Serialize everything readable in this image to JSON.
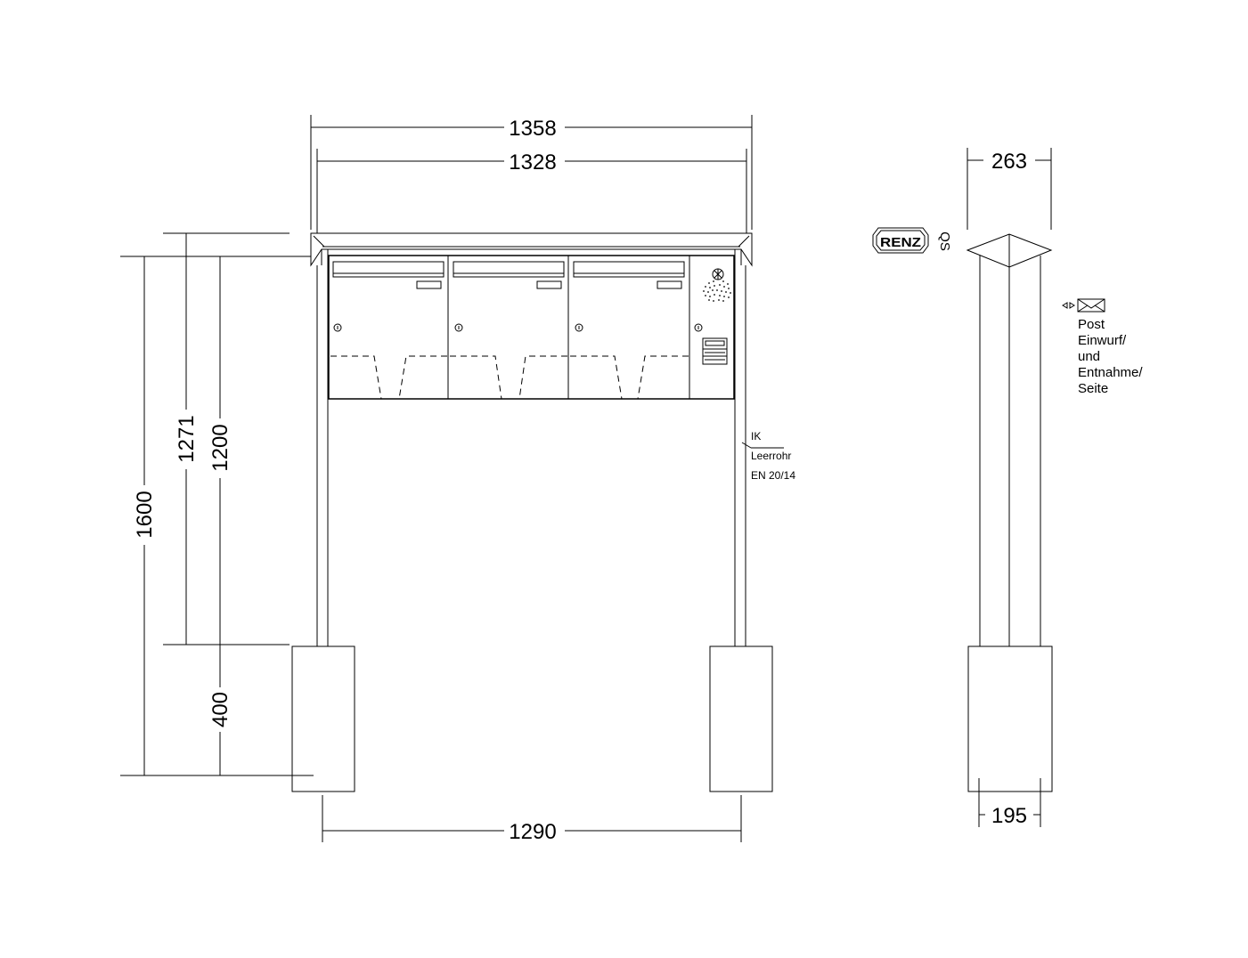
{
  "dimensions": {
    "width_total": "1358",
    "width_inner": "1328",
    "height_total": "1600",
    "height_top": "1271",
    "height_box": "1200",
    "height_base": "400",
    "post_spacing": "1290",
    "depth_top": "263",
    "depth_base": "195"
  },
  "brand": {
    "logo_text": "RENZ",
    "qs_label": "QS"
  },
  "annotations": {
    "ik_label": "IK",
    "conduit_label": "Leerrohr",
    "conduit_spec": "EN 20/14",
    "post_lines": [
      "Post",
      "Einwurf/",
      "und",
      "Entnahme/",
      "Seite"
    ]
  },
  "colors": {
    "line": "#000000",
    "background": "#ffffff"
  }
}
